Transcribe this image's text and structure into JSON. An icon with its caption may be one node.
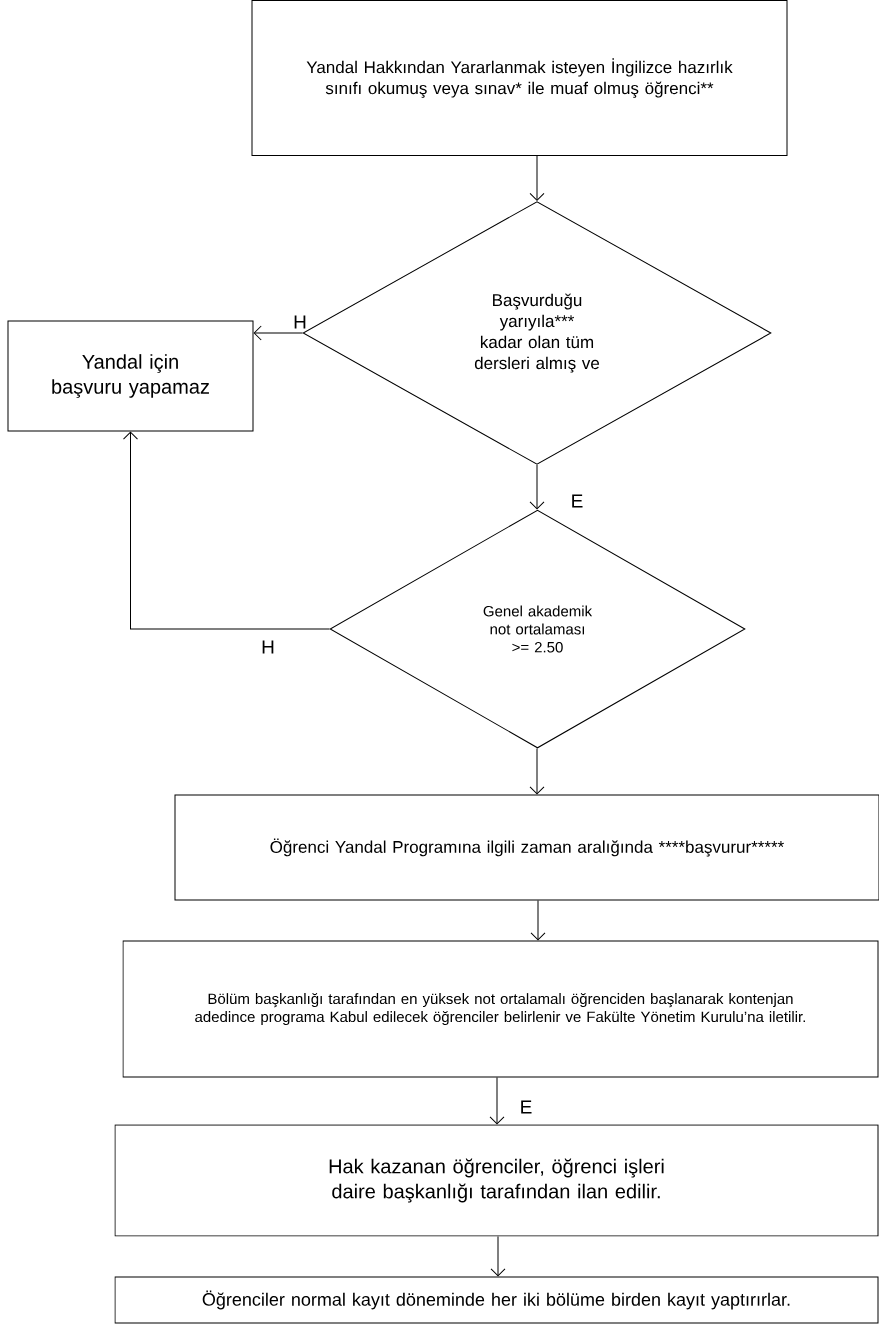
{
  "diagram": {
    "nodes": [
      {
        "text": [
          "Yandal Hakkından Yararlanmak isteyen İngilizce hazırlık sınıfı okumuş veya sınav* ile muaf olmuş öğrenci**"
        ]
      },
      {
        "text": [
          "Başvurduğu yarıyıla*** kadar olan tüm dersleri almış ve"
        ]
      },
      {
        "text": [
          "Yandal için başvuru yapamaz"
        ]
      },
      {
        "text": [
          "Genel akademik not ortalaması >= 2.50"
        ]
      },
      {
        "text": [
          "Öğrenci Yandal Programına ilgili zaman aralığında ****başvurur*****"
        ]
      },
      {
        "text": [
          "Bölüm başkanlığı tarafından en yüksek not ortalamalı öğrenciden başlanarak kontenjan adedince programa Kabul edilecek öğrenciler belirlenir ve Fakülte Yönetim Kurulu’na iletilir."
        ]
      },
      {
        "text": [
          "Hak kazanan öğrenciler, öğrenci işleri daire başkanlığı tarafından ilan edilir."
        ]
      },
      {
        "text": [
          "Öğrenciler normal kayıt döneminde her iki bölüme birden kayıt yaptırırlar."
        ]
      }
    ],
    "edges": [
      {
        "from": 0,
        "to": 1,
        "arrow": "to"
      },
      {
        "from": 1,
        "to": 2,
        "arrow": "to",
        "label": "H"
      },
      {
        "from": 1,
        "to": 3,
        "arrow": "to",
        "label": "E"
      },
      {
        "from": 3,
        "to": 2,
        "arrow": "to",
        "label": "H"
      },
      {
        "from": 3,
        "to": 4,
        "arrow": "to"
      },
      {
        "from": 4,
        "to": 5,
        "arrow": "to"
      },
      {
        "from": 5,
        "to": 6,
        "arrow": "to",
        "label": "E"
      },
      {
        "from": 6,
        "to": 7,
        "arrow": "to"
      }
    ]
  }
}
